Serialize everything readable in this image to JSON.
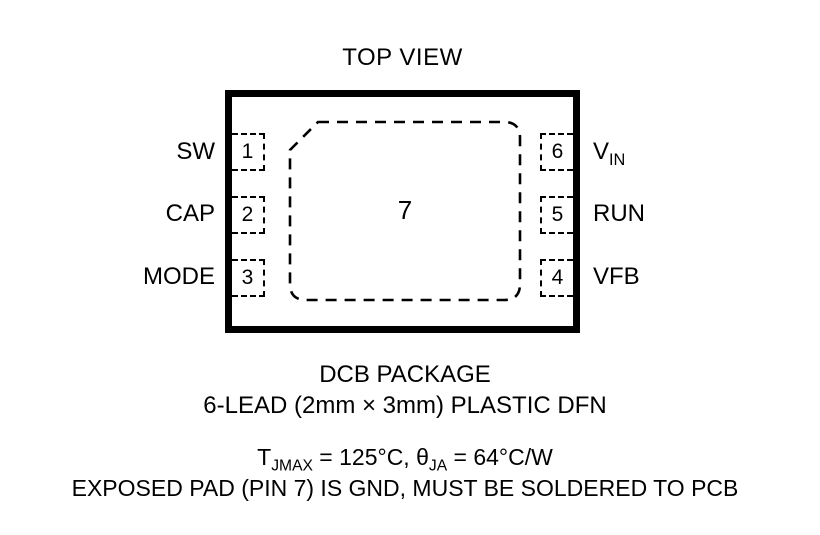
{
  "title": "TOP VIEW",
  "package": {
    "pad_label": "7",
    "left_pins": [
      {
        "number": "1",
        "label": "SW"
      },
      {
        "number": "2",
        "label": "CAP"
      },
      {
        "number": "3",
        "label": "MODE"
      }
    ],
    "right_pins": [
      {
        "number": "6",
        "label": "V",
        "label_sub": "IN"
      },
      {
        "number": "5",
        "label": "RUN"
      },
      {
        "number": "4",
        "label": "VFB"
      }
    ]
  },
  "captions": {
    "package_name": "DCB PACKAGE",
    "package_desc": "6-LEAD (2mm × 3mm) PLASTIC DFN"
  },
  "notes": {
    "line1_seg1": "T",
    "line1_sub1": "JMAX",
    "line1_seg2": " = 125°C, θ",
    "line1_sub2": "JA",
    "line1_seg3": " = 64°C/W",
    "line2": "EXPOSED PAD (PIN 7) IS GND, MUST BE SOLDERED TO PCB"
  },
  "colors": {
    "line": "#000000",
    "background": "#ffffff"
  }
}
